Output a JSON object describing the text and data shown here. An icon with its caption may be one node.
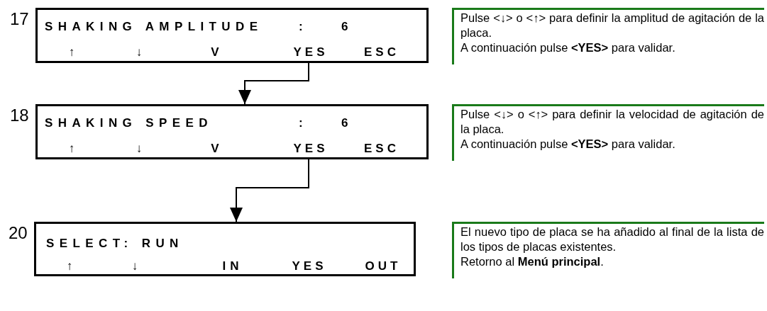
{
  "diagram": {
    "nodes": [
      {
        "text": [
          "SHAKING AMPLITUDE",
          ":",
          "6",
          "↑",
          "↓",
          "V",
          "YES",
          "ESC"
        ],
        "beside": [
          "17",
          "Pulse <↓> o <↑> para definir la amplitud de agitación de la placa.",
          "A continuación pulse **<YES>** para validar."
        ]
      },
      {
        "text": [
          "SHAKING SPEED",
          ":",
          "6",
          "↑",
          "↓",
          "V",
          "YES",
          "ESC"
        ],
        "beside": [
          "18",
          "Pulse <↓> o <↑> para definir la velocidad de agitación de la placa.",
          "A continuación pulse **<YES>** para validar."
        ]
      },
      {
        "text": [
          "SELECT: RUN",
          "↑",
          "↓",
          "IN",
          "YES",
          "OUT"
        ],
        "beside": [
          "20",
          "El nuevo tipo de placa se ha añadido al final de la lista de los tipos de placas existentes.",
          "Retorno al **Menú principal**."
        ]
      }
    ],
    "edges": [
      {
        "from": 0,
        "to": 1,
        "arrow": "to"
      },
      {
        "from": 1,
        "to": 2,
        "arrow": "to"
      }
    ]
  }
}
